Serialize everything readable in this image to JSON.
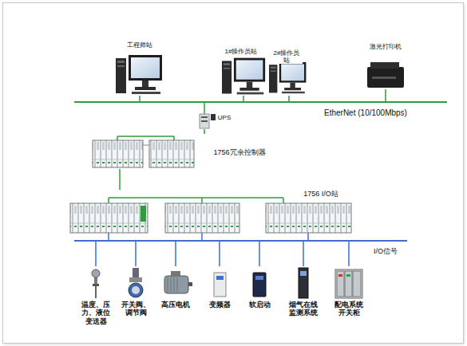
{
  "diagram": {
    "nodes": [
      {
        "text": [
          "工程师站"
        ]
      },
      {
        "text": [
          "1#操作员站"
        ]
      },
      {
        "text": [
          "2#操作员站"
        ]
      },
      {
        "text": [
          "激光打印机"
        ]
      },
      {
        "text": [
          "UPS"
        ]
      },
      {
        "text": [
          "1756冗余控制器"
        ]
      },
      {
        "text": [
          "1756 I/O站"
        ]
      },
      {
        "text": [
          "温度、压力、液位变送器"
        ]
      },
      {
        "text": [
          "开关阀、调节阀"
        ]
      },
      {
        "text": [
          "高压电机"
        ]
      },
      {
        "text": [
          "变频器"
        ]
      },
      {
        "text": [
          "软启动"
        ]
      },
      {
        "text": [
          "烟气在线监测系统"
        ]
      },
      {
        "text": [
          "配电系统开关柜"
        ]
      }
    ],
    "edges": [
      {
        "from": 4,
        "to": 5,
        "arrow": "none"
      },
      {
        "from": 5,
        "to": 6,
        "arrow": "none"
      }
    ],
    "labels": [
      "EtherNet (10/100Mbps)",
      "I/O信号"
    ]
  }
}
